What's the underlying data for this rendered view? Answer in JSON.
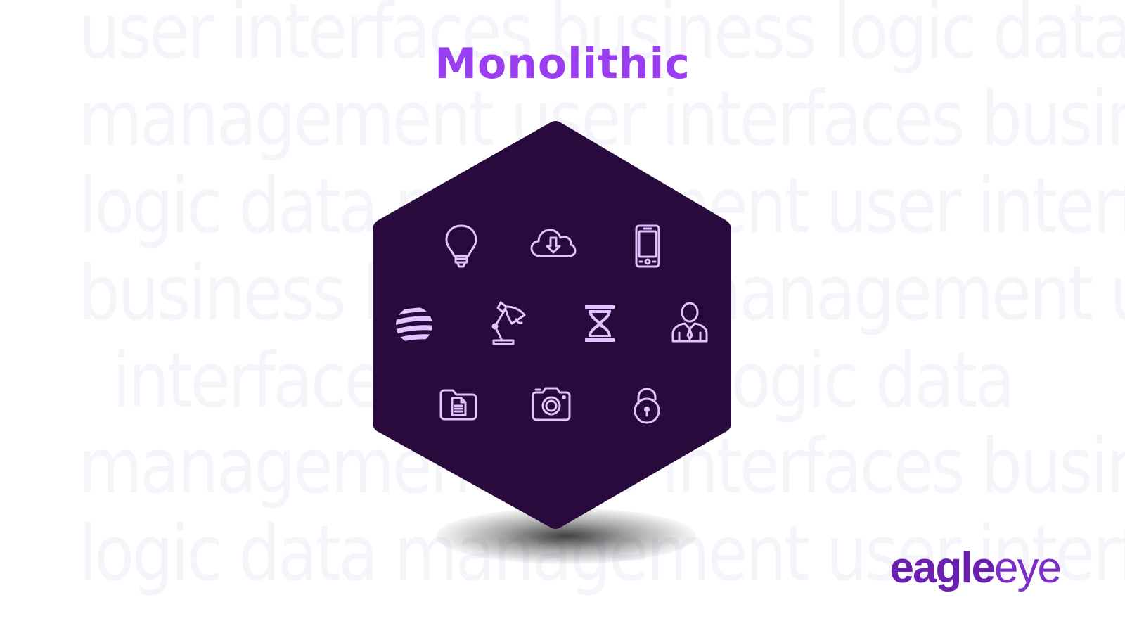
{
  "title": "Monolithic",
  "background_text": [
    "user interfaces business logic data",
    "management user interfaces business",
    "logic data management user interfaces",
    "business logic data management user",
    "interfaces business logic data",
    "management user interfaces business",
    "logic data management user interfaces"
  ],
  "logo": {
    "part1": "eagle",
    "part2": "eye"
  },
  "colors": {
    "title": "#9b3df0",
    "hexagon_fill": "#290a3c",
    "icon_stroke": "#e1c3ff",
    "logo": "#6a1fb0",
    "watermark": "#f6f4fb"
  },
  "icons": [
    "lightbulb-icon",
    "cloud-download-icon",
    "smartphone-icon",
    "globe-icon",
    "desk-lamp-icon",
    "hourglass-icon",
    "user-icon",
    "folder-document-icon",
    "camera-icon",
    "padlock-icon"
  ]
}
